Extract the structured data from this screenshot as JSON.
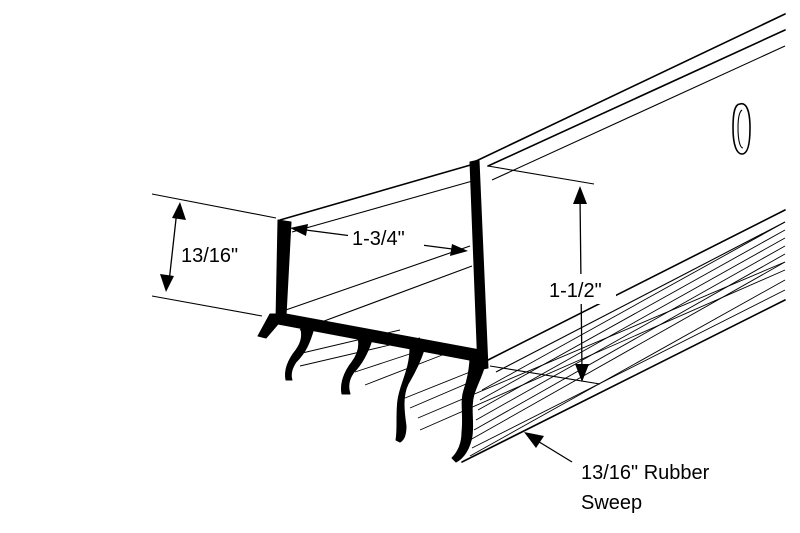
{
  "diagram": {
    "labels": {
      "height_left": "13/16\"",
      "width_top": "1-3/4\"",
      "height_right": "1-1/2\"",
      "sweep_line1": "13/16\" Rubber",
      "sweep_line2": "Sweep"
    }
  }
}
